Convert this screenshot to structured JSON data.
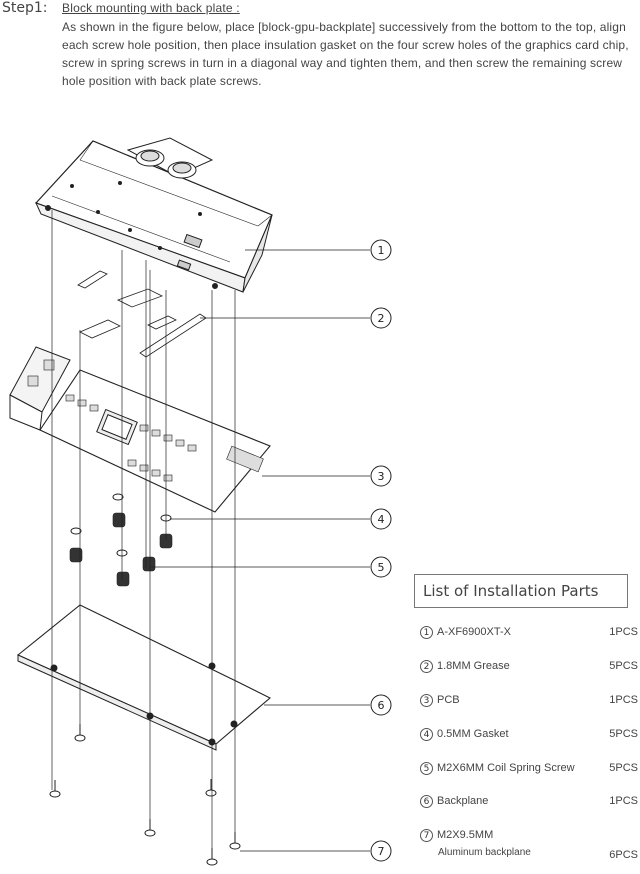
{
  "header": {
    "step_label": "Step1:",
    "step_title": "Block mounting with back plate :",
    "description": "As shown in the figure below, place [block-gpu-backplate] successively from the bottom to the top, align each screw hole position, then place insulation gasket on the four screw holes of the graphics card chip, screw in spring screws in turn in a diagonal way and tighten them, and then screw the remaining screw hole position with back plate screws."
  },
  "callouts": [
    "1",
    "2",
    "3",
    "4",
    "5",
    "6",
    "7"
  ],
  "parts_list": {
    "title": "List of Installation Parts",
    "items": [
      {
        "num": "1",
        "name": "A-XF6900XT-X",
        "sub": "",
        "qty": "1PCS"
      },
      {
        "num": "2",
        "name": "1.8MM   Grease",
        "sub": "",
        "qty": "5PCS"
      },
      {
        "num": "3",
        "name": "PCB",
        "sub": "",
        "qty": "1PCS"
      },
      {
        "num": "4",
        "name": "0.5MM Gasket",
        "sub": "",
        "qty": "5PCS"
      },
      {
        "num": "5",
        "name": "M2X6MM Coil Spring Screw",
        "sub": "",
        "qty": "5PCS"
      },
      {
        "num": "6",
        "name": "Backplane",
        "sub": "",
        "qty": "1PCS"
      },
      {
        "num": "7",
        "name": "M2X9.5MM",
        "sub": "Aluminum backplane",
        "qty": "6PCS"
      }
    ]
  }
}
